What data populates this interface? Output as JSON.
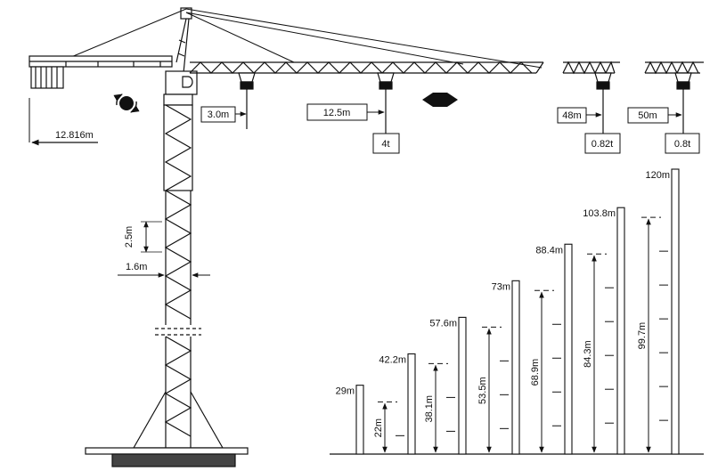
{
  "crane": {
    "dimensions": {
      "counter_jib_length": "12.816m",
      "section_height": "2.5m",
      "mast_width": "1.6m"
    },
    "jib_loads": [
      {
        "radius": "3.0m",
        "load": ""
      },
      {
        "radius": "12.5m",
        "load": "4t"
      },
      {
        "radius": "48m",
        "load": "0.82t"
      },
      {
        "radius": "50m",
        "load": "0.8t"
      }
    ],
    "icons": [
      "slewing-icon",
      "trolley-travel-icon"
    ]
  },
  "heights": [
    {
      "total": "29m",
      "under_hook": ""
    },
    {
      "total": "42.2m",
      "under_hook": "22m"
    },
    {
      "total": "57.6m",
      "under_hook": "38.1m"
    },
    {
      "total": "73m",
      "under_hook": "53.5m"
    },
    {
      "total": "88.4m",
      "under_hook": "68.9m"
    },
    {
      "total": "103.8m",
      "under_hook": "84.3m"
    },
    {
      "total": "120m",
      "under_hook": "99.7m"
    }
  ]
}
